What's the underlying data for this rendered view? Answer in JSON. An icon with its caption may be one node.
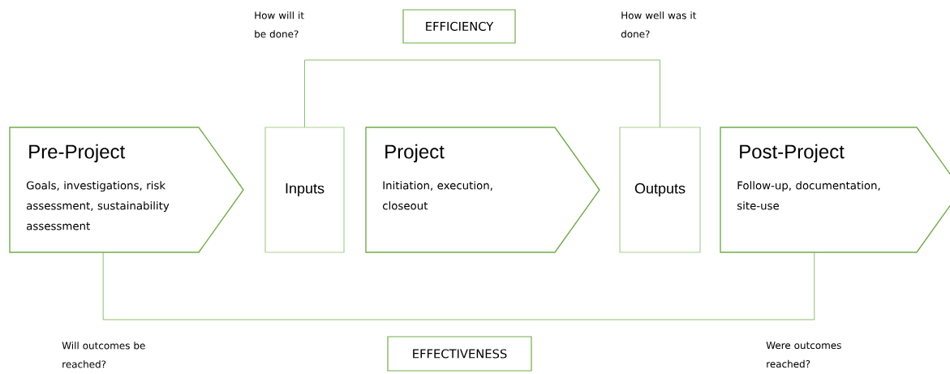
{
  "diagram": {
    "nodes": [
      {
        "text": [
          "Pre-Project",
          "Goals, investigations, risk assessment, sustainability assessment"
        ]
      },
      {
        "text": [
          "Inputs"
        ]
      },
      {
        "text": [
          "Project",
          "Initiation, execution, closeout"
        ]
      },
      {
        "text": [
          "Outputs"
        ]
      },
      {
        "text": [
          "Post-Project",
          "Follow-up, documentation, site-use"
        ]
      },
      {
        "text": [
          "EFFICIENCY"
        ]
      },
      {
        "text": [
          "EFFECTIVENESS"
        ]
      }
    ],
    "edges": [
      {
        "from": 1,
        "to": 3,
        "arrow": "none"
      },
      {
        "from": 0,
        "to": 4,
        "arrow": "none"
      }
    ],
    "labels": [
      "How will it be done?",
      "How well was it done?",
      "Will outcomes be reached?",
      "Were outcomes reached?"
    ]
  }
}
